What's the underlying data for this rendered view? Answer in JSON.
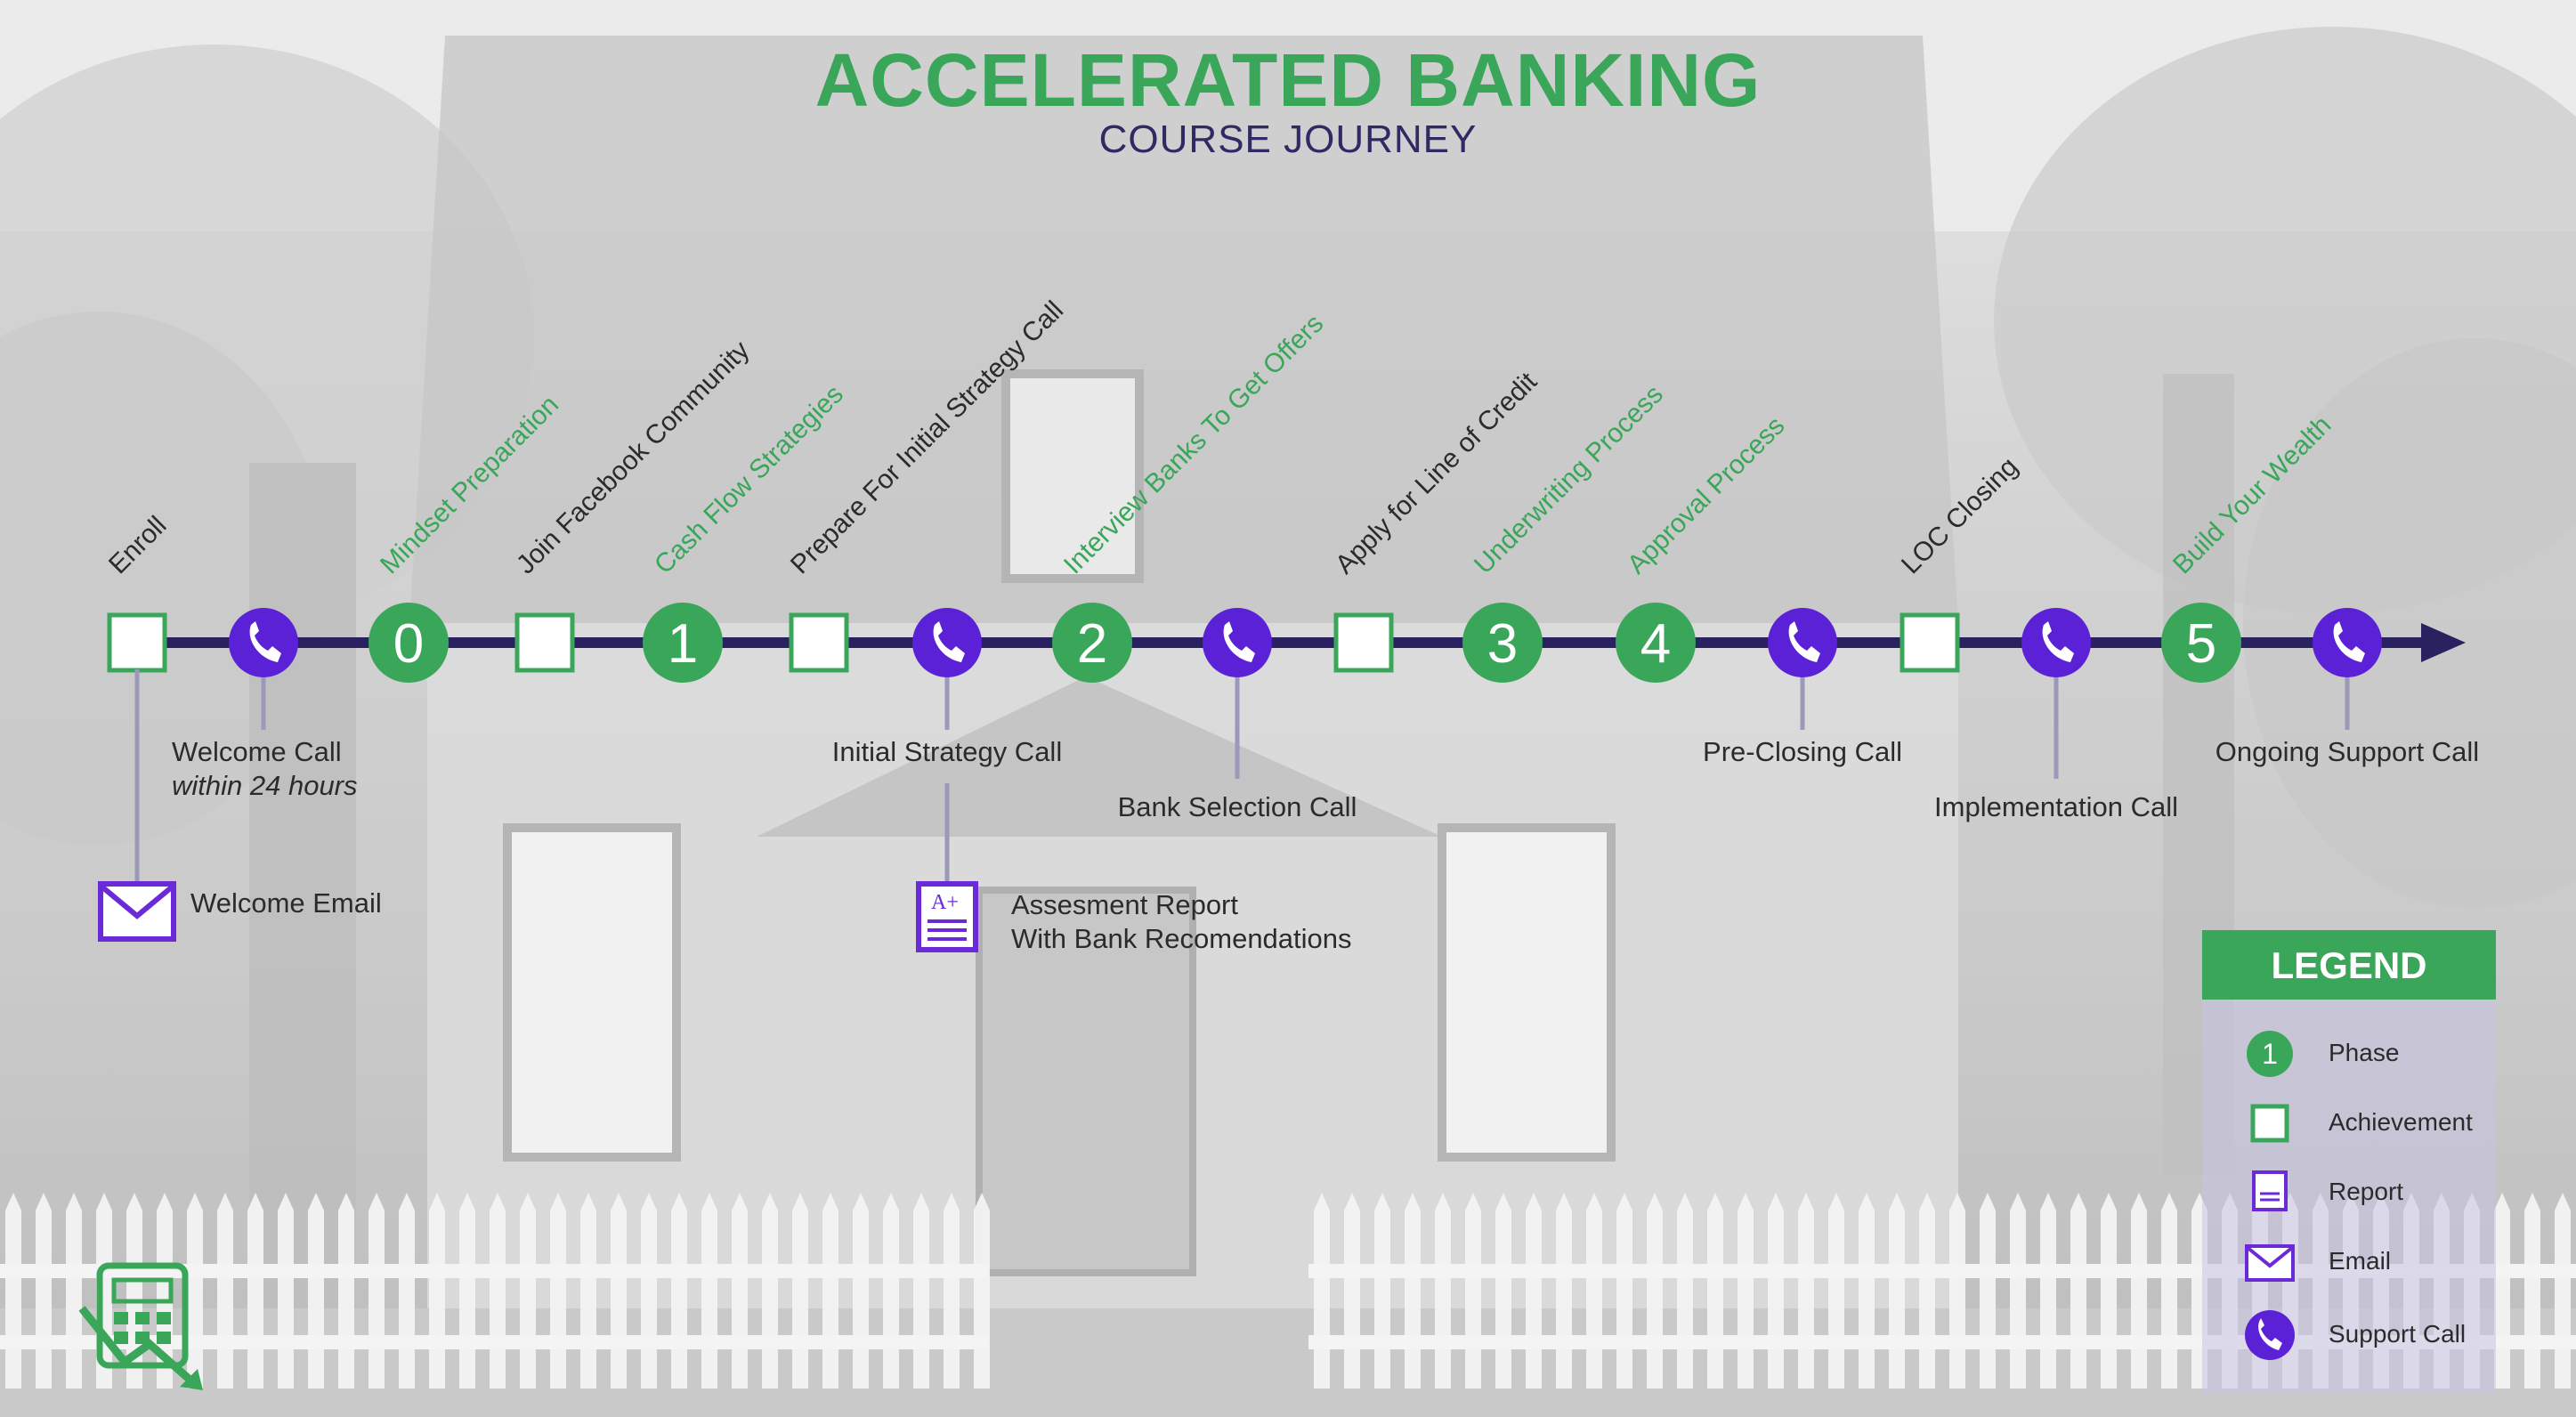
{
  "title": "ACCELERATED BANKING",
  "subtitle": "COURSE JOURNEY",
  "colors": {
    "green": "#3aa65a",
    "purple": "#5b21d6",
    "line": "#2a2260",
    "text": "#2b2b2b"
  },
  "timeline": [
    {
      "kind": "achievement",
      "top_label": "Enroll",
      "top_color": "dark"
    },
    {
      "kind": "call",
      "bottom_label": "Welcome Call",
      "bottom_sub": "within 24 hours"
    },
    {
      "kind": "phase",
      "number": "0",
      "top_label": "Mindset Preparation",
      "top_color": "green"
    },
    {
      "kind": "achievement",
      "top_label": "Join Facebook Community",
      "top_color": "dark"
    },
    {
      "kind": "phase",
      "number": "1",
      "top_label": "Cash Flow Strategies",
      "top_color": "green"
    },
    {
      "kind": "achievement",
      "top_label": "Prepare For Initial Strategy Call",
      "top_color": "dark"
    },
    {
      "kind": "call",
      "bottom_label": "Initial Strategy Call"
    },
    {
      "kind": "phase",
      "number": "2",
      "top_label": "Interview Banks To Get Offers",
      "top_color": "green"
    },
    {
      "kind": "call",
      "bottom_label": "Bank Selection Call"
    },
    {
      "kind": "achievement",
      "top_label": "Apply for Line of Credit",
      "top_color": "dark"
    },
    {
      "kind": "phase",
      "number": "3",
      "top_label": "Underwriting Process",
      "top_color": "green"
    },
    {
      "kind": "phase",
      "number": "4",
      "top_label": "Approval Process",
      "top_color": "green"
    },
    {
      "kind": "call",
      "bottom_label": "Pre-Closing Call"
    },
    {
      "kind": "achievement",
      "top_label": "LOC Closing",
      "top_color": "dark"
    },
    {
      "kind": "call",
      "bottom_label": "Implementation Call"
    },
    {
      "kind": "phase",
      "number": "5",
      "top_label": "Build Your Wealth",
      "top_color": "green"
    },
    {
      "kind": "call",
      "bottom_label": "Ongoing Support Call"
    }
  ],
  "deliverables": {
    "welcome_email": "Welcome Email",
    "report_line1": "Assesment Report",
    "report_line2": "With Bank Recomendations",
    "report_icon_text": "A+"
  },
  "legend": {
    "title": "LEGEND",
    "phase_sample": "1",
    "items": [
      "Phase",
      "Achievement",
      "Report",
      "Email",
      "Support Call"
    ]
  },
  "icons": {
    "phase": "green-numbered-circle",
    "achievement": "green-outline-square",
    "report": "report-icon",
    "email": "envelope-icon",
    "call": "phone-icon",
    "logo": "calculator-trend-icon"
  }
}
